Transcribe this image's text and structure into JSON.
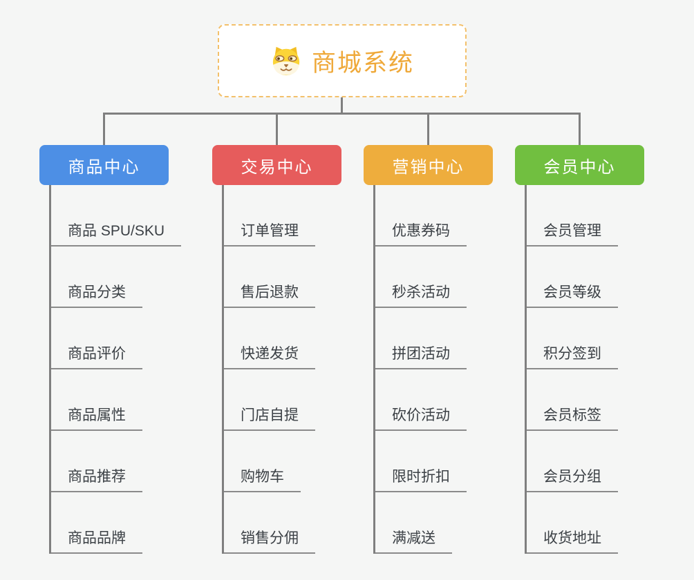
{
  "root": {
    "title": "商城系统",
    "icon": "dog-face-icon",
    "accent_color": "#efa93a",
    "border_color": "#f3c06a"
  },
  "connector_color": "#7f7f7f",
  "background_color": "#f5f6f5",
  "branches": [
    {
      "label": "商品中心",
      "color": "#4d8fe5",
      "items": [
        "商品 SPU/SKU",
        "商品分类",
        "商品评价",
        "商品属性",
        "商品推荐",
        "商品品牌"
      ]
    },
    {
      "label": "交易中心",
      "color": "#e65c5c",
      "items": [
        "订单管理",
        "售后退款",
        "快递发货",
        "门店自提",
        "购物车",
        "销售分佣"
      ]
    },
    {
      "label": "营销中心",
      "color": "#eead3d",
      "items": [
        "优惠券码",
        "秒杀活动",
        "拼团活动",
        "砍价活动",
        "限时折扣",
        "满减送"
      ]
    },
    {
      "label": "会员中心",
      "color": "#71bf40",
      "items": [
        "会员管理",
        "会员等级",
        "积分签到",
        "会员标签",
        "会员分组",
        "收货地址"
      ]
    }
  ]
}
